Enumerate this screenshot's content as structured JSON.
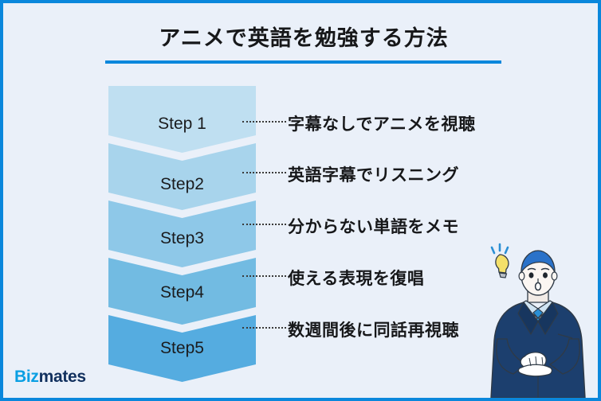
{
  "slide": {
    "title": "アニメで英語を勉強する方法",
    "brand": {
      "part1": "Biz",
      "part2": "mates"
    },
    "colors": {
      "background": "#eaf0f9",
      "border": "#0a87dc",
      "title_rule": "#0a87dc",
      "title_text": "#17181a",
      "brand_blue": "#0a9fe3",
      "brand_navy": "#11305e",
      "leader_line": "#3a3a3a"
    }
  },
  "funnel": {
    "steps": [
      {
        "label": "Step 1",
        "text": "字幕なしでアニメを視聴",
        "fill": "#bfdff1"
      },
      {
        "label": "Step2",
        "text": "英語字幕でリスニング",
        "fill": "#a8d4ec"
      },
      {
        "label": "Step3",
        "text": "分からない単語をメモ",
        "fill": "#8ec8e8"
      },
      {
        "label": "Step4",
        "text": "使える表現を復唱",
        "fill": "#72bbe2"
      },
      {
        "label": "Step5",
        "text": "数週間後に同話再視聴",
        "fill": "#55ace0"
      }
    ]
  },
  "illustration": {
    "character": "businessman",
    "idea_icon": "lightbulb-icon",
    "suit_color": "#1c3f6e",
    "hair_color": "#2a72c9",
    "tie_color": "#2a8fd4",
    "bulb_color": "#f4e06a"
  }
}
